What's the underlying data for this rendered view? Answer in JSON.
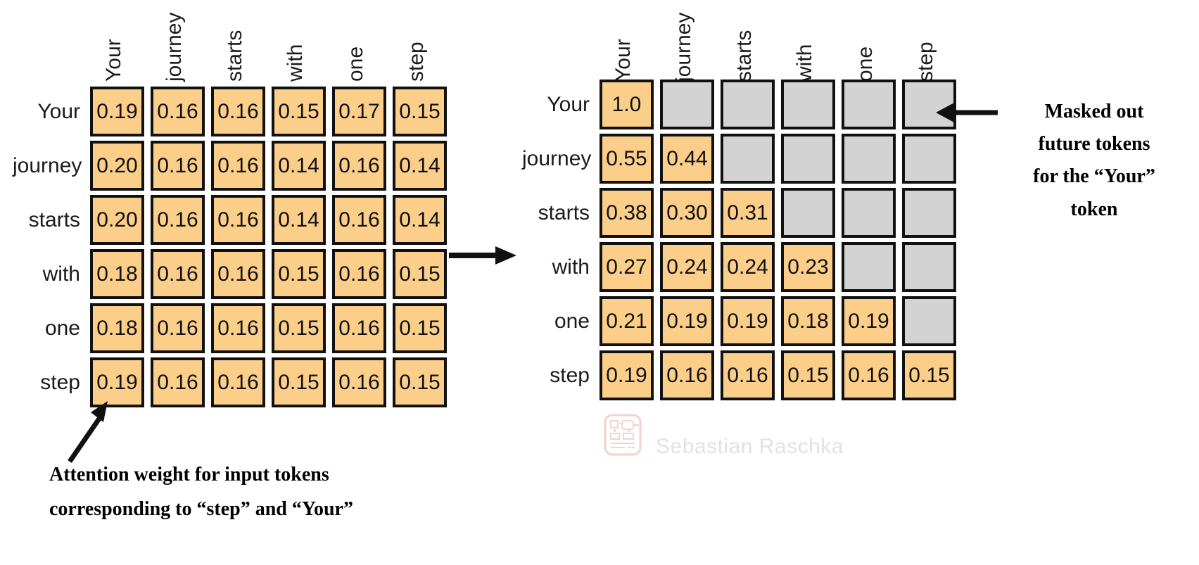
{
  "colors": {
    "cell_fill": "#FBCE8A",
    "masked_fill": "#D3D3D3",
    "border": "#111111",
    "text": "#111111",
    "watermark_text": "#c9c9c9",
    "watermark_logo": "#e8a093",
    "background": "#ffffff"
  },
  "tokens": [
    "Your",
    "journey",
    "starts",
    "with",
    "one",
    "step"
  ],
  "left_matrix": {
    "title": "attention-weights",
    "col_headers": [
      "Your",
      "journey",
      "starts",
      "with",
      "one",
      "step"
    ],
    "row_labels": [
      "Your",
      "journey",
      "starts",
      "with",
      "one",
      "step"
    ],
    "rows": [
      [
        "0.19",
        "0.16",
        "0.16",
        "0.15",
        "0.17",
        "0.15"
      ],
      [
        "0.20",
        "0.16",
        "0.16",
        "0.14",
        "0.16",
        "0.14"
      ],
      [
        "0.20",
        "0.16",
        "0.16",
        "0.14",
        "0.16",
        "0.14"
      ],
      [
        "0.18",
        "0.16",
        "0.16",
        "0.15",
        "0.16",
        "0.15"
      ],
      [
        "0.18",
        "0.16",
        "0.16",
        "0.15",
        "0.16",
        "0.15"
      ],
      [
        "0.19",
        "0.16",
        "0.16",
        "0.15",
        "0.16",
        "0.15"
      ]
    ],
    "masked": [
      [
        false,
        false,
        false,
        false,
        false,
        false
      ],
      [
        false,
        false,
        false,
        false,
        false,
        false
      ],
      [
        false,
        false,
        false,
        false,
        false,
        false
      ],
      [
        false,
        false,
        false,
        false,
        false,
        false
      ],
      [
        false,
        false,
        false,
        false,
        false,
        false
      ],
      [
        false,
        false,
        false,
        false,
        false,
        false
      ]
    ]
  },
  "right_matrix": {
    "title": "masked-normalized-attention-weights",
    "col_headers": [
      "Your",
      "journey",
      "starts",
      "with",
      "one",
      "step"
    ],
    "row_labels": [
      "Your",
      "journey",
      "starts",
      "with",
      "one",
      "step"
    ],
    "rows": [
      [
        "1.0",
        "",
        "",
        "",
        "",
        ""
      ],
      [
        "0.55",
        "0.44",
        "",
        "",
        "",
        ""
      ],
      [
        "0.38",
        "0.30",
        "0.31",
        "",
        "",
        ""
      ],
      [
        "0.27",
        "0.24",
        "0.24",
        "0.23",
        "",
        ""
      ],
      [
        "0.21",
        "0.19",
        "0.19",
        "0.18",
        "0.19",
        ""
      ],
      [
        "0.19",
        "0.16",
        "0.16",
        "0.15",
        "0.16",
        "0.15"
      ]
    ],
    "masked": [
      [
        false,
        true,
        true,
        true,
        true,
        true
      ],
      [
        false,
        false,
        true,
        true,
        true,
        true
      ],
      [
        false,
        false,
        false,
        true,
        true,
        true
      ],
      [
        false,
        false,
        false,
        false,
        true,
        true
      ],
      [
        false,
        false,
        false,
        false,
        false,
        true
      ],
      [
        false,
        false,
        false,
        false,
        false,
        false
      ]
    ]
  },
  "annotations": {
    "masked_note": {
      "lines": [
        "Masked out",
        "future tokens",
        "for the “Your”",
        "token"
      ]
    },
    "attention_note": {
      "lines": [
        "Attention weight for input tokens",
        "corresponding to “step” and “Your”"
      ]
    }
  },
  "watermark": {
    "text": "Sebastian Raschka"
  }
}
